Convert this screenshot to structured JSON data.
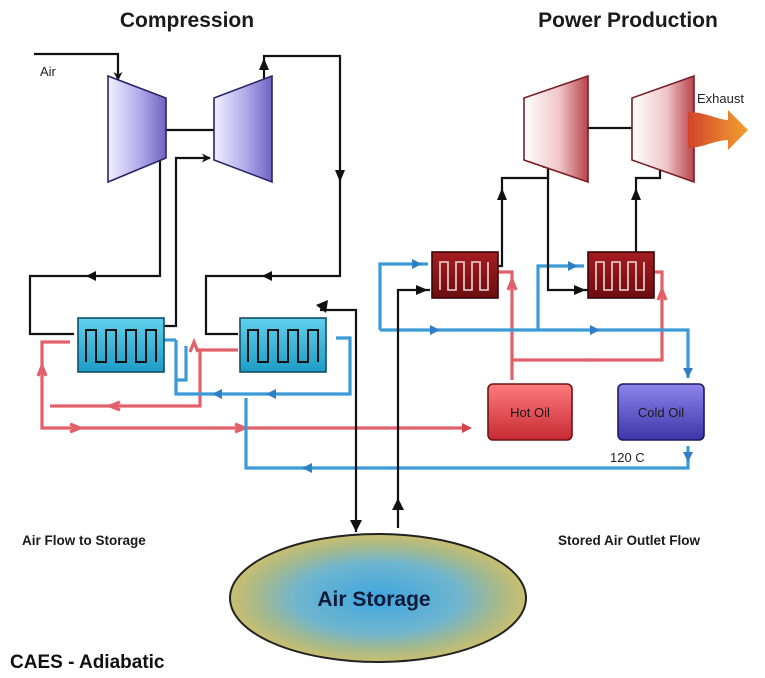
{
  "headings": {
    "compression": "Compression",
    "power_production": "Power Production"
  },
  "labels": {
    "air_in": "Air",
    "exhaust": "Exhaust",
    "hot_oil": "Hot Oil",
    "cold_oil": "Cold Oil",
    "temperature": "120 C",
    "air_flow_to_storage": "Air Flow to Storage",
    "stored_air_outlet_flow": "Stored Air Outlet Flow",
    "air_storage": "Air Storage"
  },
  "footer": {
    "title": "CAES - Adiabatic"
  },
  "colors": {
    "compressor": "#8c82d4",
    "turbine": "#c95058",
    "intercooler": "#36b9da",
    "reheater": "#8a1418",
    "hot_oil_line": "#e2606a",
    "cold_oil_line": "#3b9bd6",
    "air_line": "#111111",
    "storage_fill": "#4aa8da",
    "storage_rim": "#b9b27a"
  }
}
